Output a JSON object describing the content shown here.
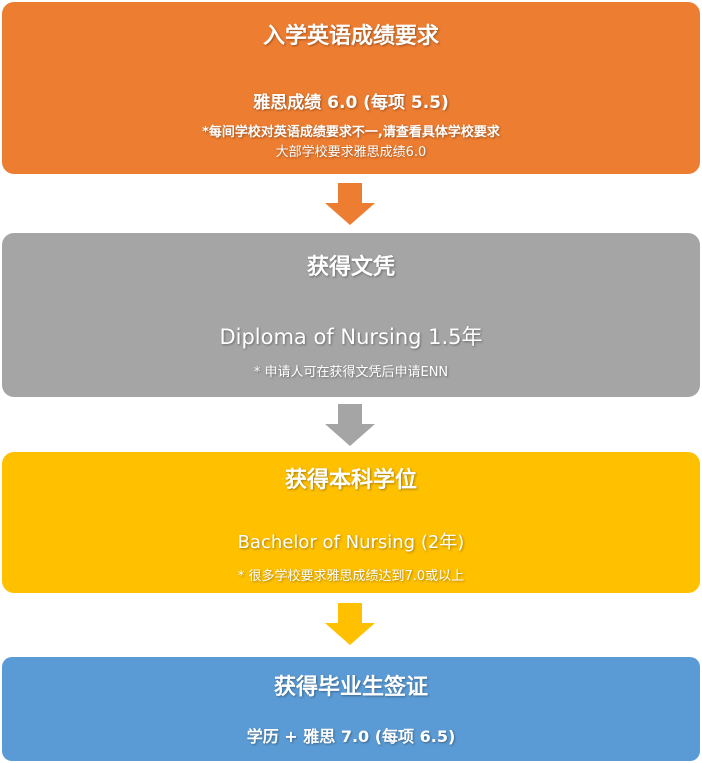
{
  "colors": {
    "step1": "#ed7d31",
    "step2": "#a5a5a5",
    "step3": "#ffc000",
    "step4": "#5b9bd5"
  },
  "steps": [
    {
      "title": "入学英语成绩要求",
      "main": "雅思成绩 6.0 (每项 5.5)",
      "notes": [
        "*每间学校对英语成绩要求不一,请查看具体学校要求",
        "大部学校要求雅思成绩6.0"
      ]
    },
    {
      "title": "获得文凭",
      "main": "Diploma of Nursing 1.5年",
      "notes": [
        "* 申请人可在获得文凭后申请ENN"
      ]
    },
    {
      "title": "获得本科学位",
      "main": "Bachelor of Nursing (2年)",
      "notes": [
        "* 很多学校要求雅思成绩达到7.0或以上"
      ]
    },
    {
      "title": "获得毕业生签证",
      "main": "学历 + 雅思 7.0 (每项 6.5)",
      "notes": []
    }
  ]
}
